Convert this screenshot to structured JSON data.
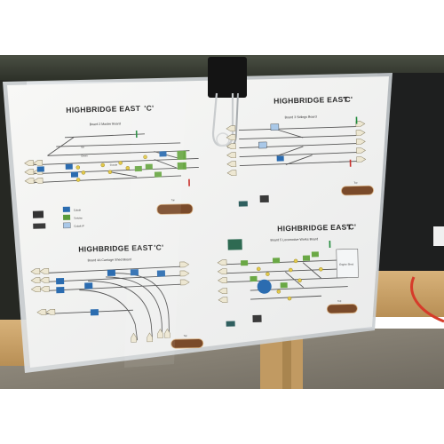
{
  "photo": {
    "description_free": true,
    "background_colors": {
      "top_strip": "#ffffff",
      "fence_wood": "#3a3e33",
      "rail_timber": "#c8a165",
      "floor": "#8a8275",
      "panel_dark": "#1e1f1f",
      "cable": "#d63b2a"
    }
  },
  "sheet": {
    "panel_top_left": {
      "title": "HIGHBRIDGE EAST",
      "title_suffix": "'C'",
      "subtitle": "Board 2 Master Board",
      "track_labels": [
        "Up",
        "Down",
        "Goods"
      ],
      "legend": [
        {
          "label": "Cobalt",
          "color": "#2b6cb0"
        },
        {
          "label": "Tortoise",
          "color": "#5a9a3a"
        },
        {
          "label": "Cobalt IP",
          "color": "#a9c8e8"
        }
      ],
      "plate_label": "Top"
    },
    "panel_top_right": {
      "title": "HIGHBRIDGE EAST",
      "title_suffix": "'C'",
      "subtitle": "Board 3 Sidings Board",
      "plate_label": "Top"
    },
    "panel_bottom_left": {
      "title": "HIGHBRIDGE EAST",
      "title_suffix": "'C'",
      "subtitle": "Board 4A Carriage Shed Board",
      "plate_label": "Top"
    },
    "panel_bottom_right": {
      "title": "HIGHBRIDGE EAST",
      "title_suffix": "'C'",
      "subtitle": "Board 5 Locomotive Works Board",
      "box_label": "Engine Shed",
      "plate_label": "Top"
    }
  }
}
